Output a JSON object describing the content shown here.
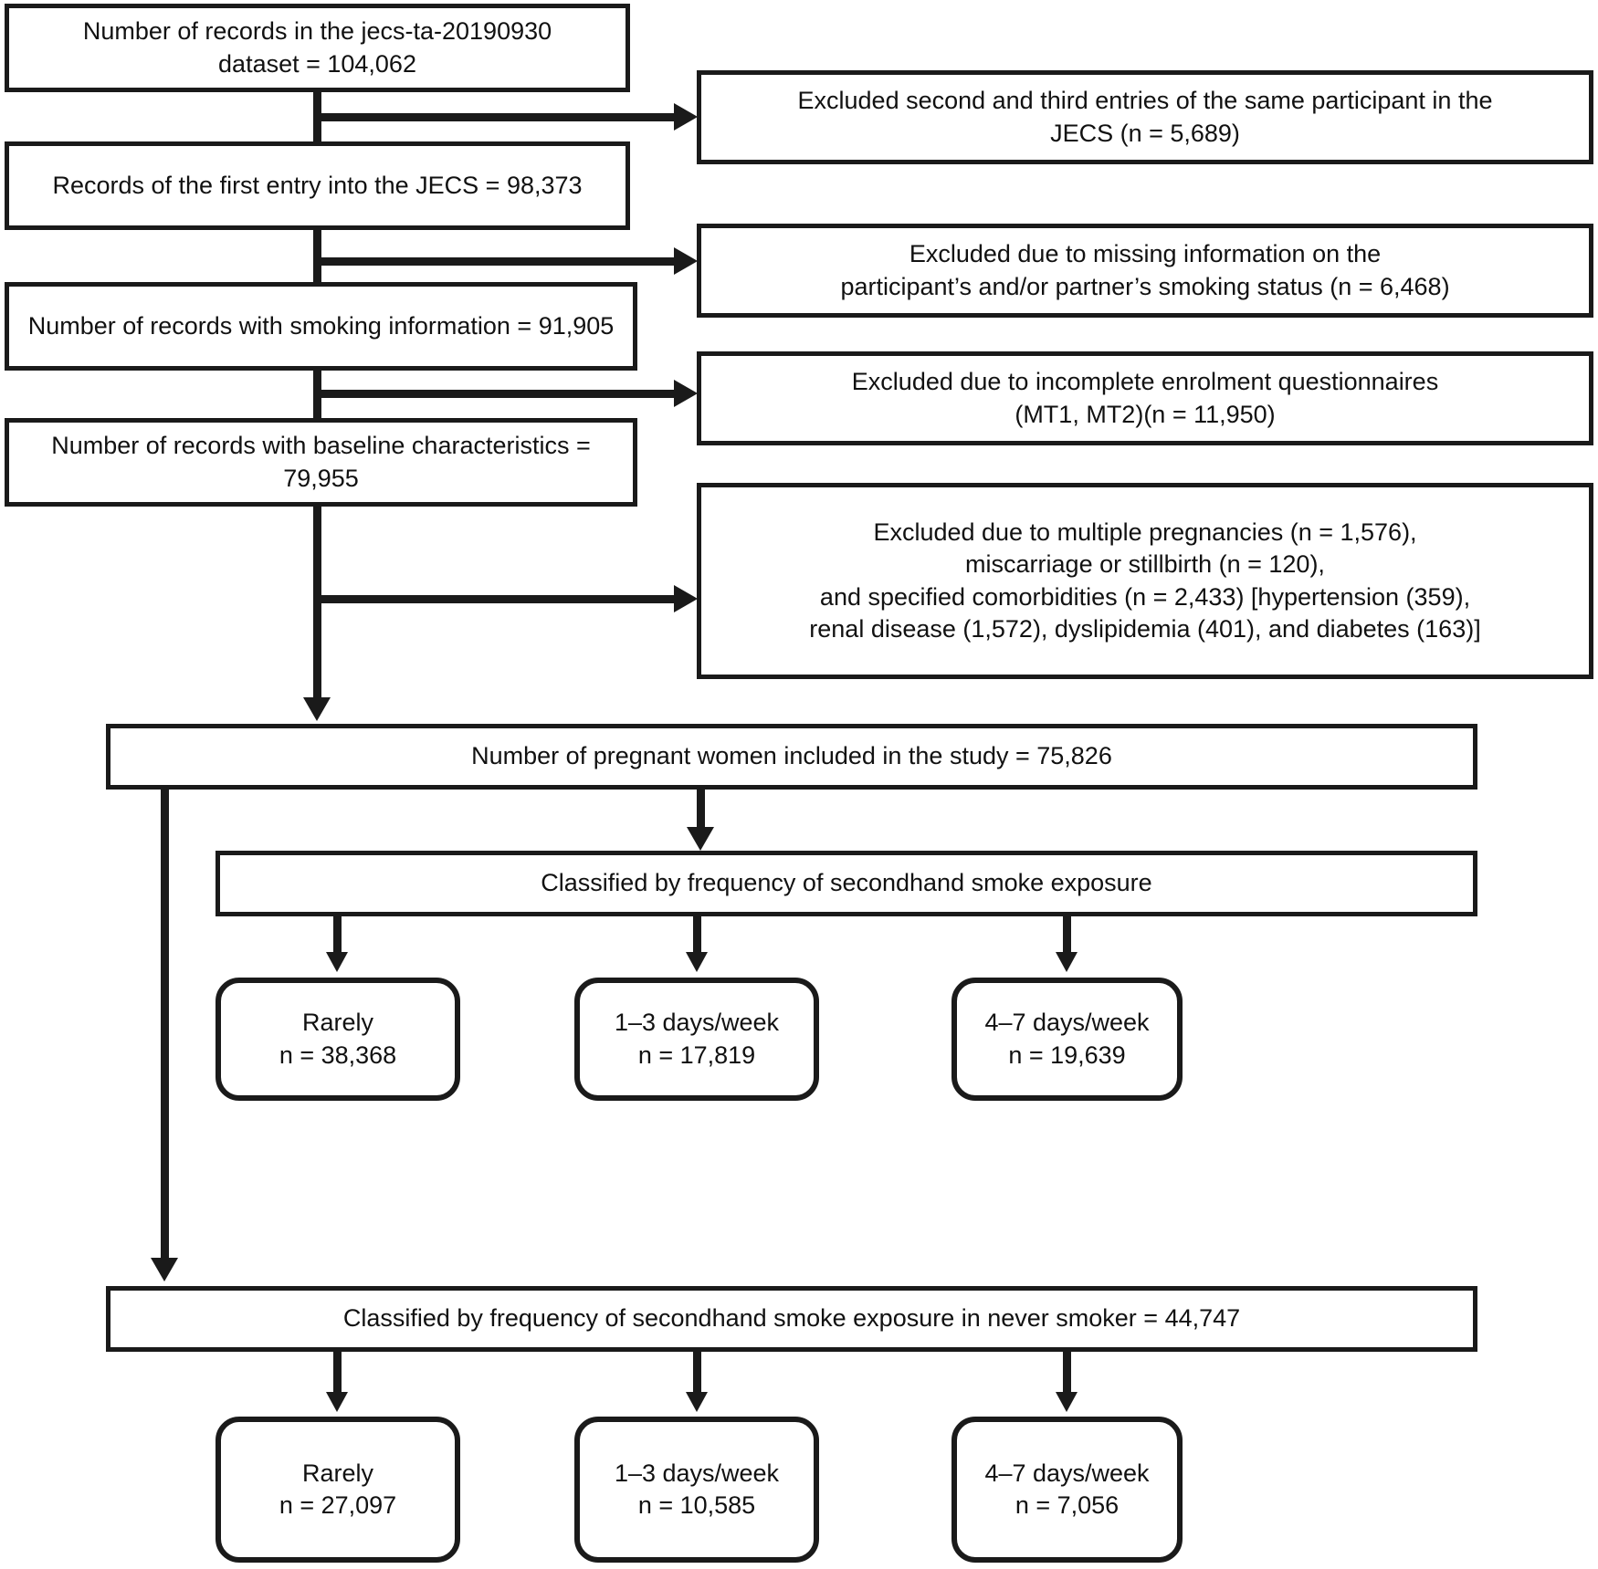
{
  "chart_data": {
    "type": "diagram",
    "title": "Participant flow diagram (JECS study)",
    "diagram_kind": "flowchart",
    "nodes": [
      {
        "id": "n1",
        "label": "Number of records in the jecs-ta-20190930\ndataset = 104,062",
        "value": 104062,
        "shape": "rect"
      },
      {
        "id": "n2",
        "label": "Records of the first entry into the JECS  = 98,373",
        "value": 98373,
        "shape": "rect"
      },
      {
        "id": "n3",
        "label": "Number of records with smoking information  = 91,905",
        "value": 91905,
        "shape": "rect"
      },
      {
        "id": "n4",
        "label": "Number of records with baseline characteristics = 79,955",
        "value": 79955,
        "shape": "rect"
      },
      {
        "id": "n5",
        "label": "Number of pregnant women included in the study = 75,826",
        "value": 75826,
        "shape": "rect"
      },
      {
        "id": "n6",
        "label": "Classified by frequency of secondhand smoke exposure",
        "shape": "rect"
      },
      {
        "id": "n7",
        "label": "Classified by frequency of secondhand smoke exposure in never smoker  =  44,747",
        "value": 44747,
        "shape": "rect"
      },
      {
        "id": "e1",
        "label": "Excluded second and third entries of the same participant in the\nJECS (n = 5,689)",
        "value": 5689,
        "shape": "rect"
      },
      {
        "id": "e2",
        "label": "Excluded due to missing information on the\nparticipant’s and/or partner’s smoking status (n = 6,468)",
        "value": 6468,
        "shape": "rect"
      },
      {
        "id": "e3",
        "label": "Excluded due to incomplete enrolment questionnaires\n(MT1, MT2)(n = 11,950)",
        "value": 11950,
        "shape": "rect"
      },
      {
        "id": "e4",
        "label": "Excluded due to multiple pregnancies (n = 1,576),\nmiscarriage or stillbirth (n = 120),\nand specified comorbidities (n = 2,433) [hypertension (359),\nrenal disease (1,572), dyslipidemia (401), and diabetes (163)]",
        "shape": "rect"
      },
      {
        "id": "g1a",
        "label": "Rarely\nn = 38,368",
        "value": 38368,
        "shape": "rounded"
      },
      {
        "id": "g1b",
        "label": "1–3 days/week\nn = 17,819",
        "value": 17819,
        "shape": "rounded"
      },
      {
        "id": "g1c",
        "label": "4–7 days/week\nn = 19,639",
        "value": 19639,
        "shape": "rounded"
      },
      {
        "id": "g2a",
        "label": "Rarely\nn = 27,097",
        "value": 27097,
        "shape": "rounded"
      },
      {
        "id": "g2b",
        "label": "1–3 days/week\nn = 10,585",
        "value": 10585,
        "shape": "rounded"
      },
      {
        "id": "g2c",
        "label": "4–7 days/week\nn = 7,056",
        "value": 7056,
        "shape": "rounded"
      }
    ],
    "edges": [
      {
        "from": "n1",
        "to": "n2"
      },
      {
        "from": "n1",
        "to": "e1"
      },
      {
        "from": "n2",
        "to": "n3"
      },
      {
        "from": "n2",
        "to": "e2"
      },
      {
        "from": "n3",
        "to": "n4"
      },
      {
        "from": "n3",
        "to": "e3"
      },
      {
        "from": "n4",
        "to": "n5"
      },
      {
        "from": "n4",
        "to": "e4"
      },
      {
        "from": "n5",
        "to": "n6"
      },
      {
        "from": "n5",
        "to": "n7"
      },
      {
        "from": "n6",
        "to": "g1a"
      },
      {
        "from": "n6",
        "to": "g1b"
      },
      {
        "from": "n6",
        "to": "g1c"
      },
      {
        "from": "n7",
        "to": "g2a"
      },
      {
        "from": "n7",
        "to": "g2b"
      },
      {
        "from": "n7",
        "to": "g2c"
      }
    ]
  },
  "flow": {
    "main": {
      "dataset_box": "Number of records in the jecs-ta-20190930\ndataset = 104,062",
      "first_entry_box": "Records of the first entry into the JECS  = 98,373",
      "smoking_info_box": "Number of records with smoking information  = 91,905",
      "baseline_box": "Number of records with baseline characteristics = 79,955",
      "included_box": "Number of pregnant women included in the study = 75,826",
      "classified_box": "Classified by frequency of secondhand smoke exposure",
      "classified_never_smoker_box": "Classified by frequency of secondhand smoke exposure in never smoker  =  44,747"
    },
    "exclusions": {
      "duplicate_entries": "Excluded second and third entries of the same participant in the\nJECS (n = 5,689)",
      "missing_smoking": "Excluded due to missing information on the\nparticipant’s and/or partner’s smoking status (n = 6,468)",
      "incomplete_questionnaires": "Excluded due to incomplete enrolment questionnaires\n(MT1, MT2)(n = 11,950)",
      "pregnancy_comorbidities": "Excluded due to multiple pregnancies (n = 1,576),\nmiscarriage or stillbirth (n = 120),\nand specified comorbidities (n = 2,433) [hypertension (359),\nrenal disease (1,572), dyslipidemia (401), and diabetes (163)]"
    },
    "groups_all": {
      "rarely": "Rarely\nn = 38,368",
      "days_1_3": "1–3 days/week\nn = 17,819",
      "days_4_7": "4–7 days/week\nn = 19,639"
    },
    "groups_never_smoker": {
      "rarely": "Rarely\nn = 27,097",
      "days_1_3": "1–3 days/week\nn = 10,585",
      "days_4_7": "4–7 days/week\nn = 7,056"
    }
  },
  "colors": {
    "stroke": "#1a1a1a",
    "background": "#ffffff",
    "text": "#111111"
  }
}
